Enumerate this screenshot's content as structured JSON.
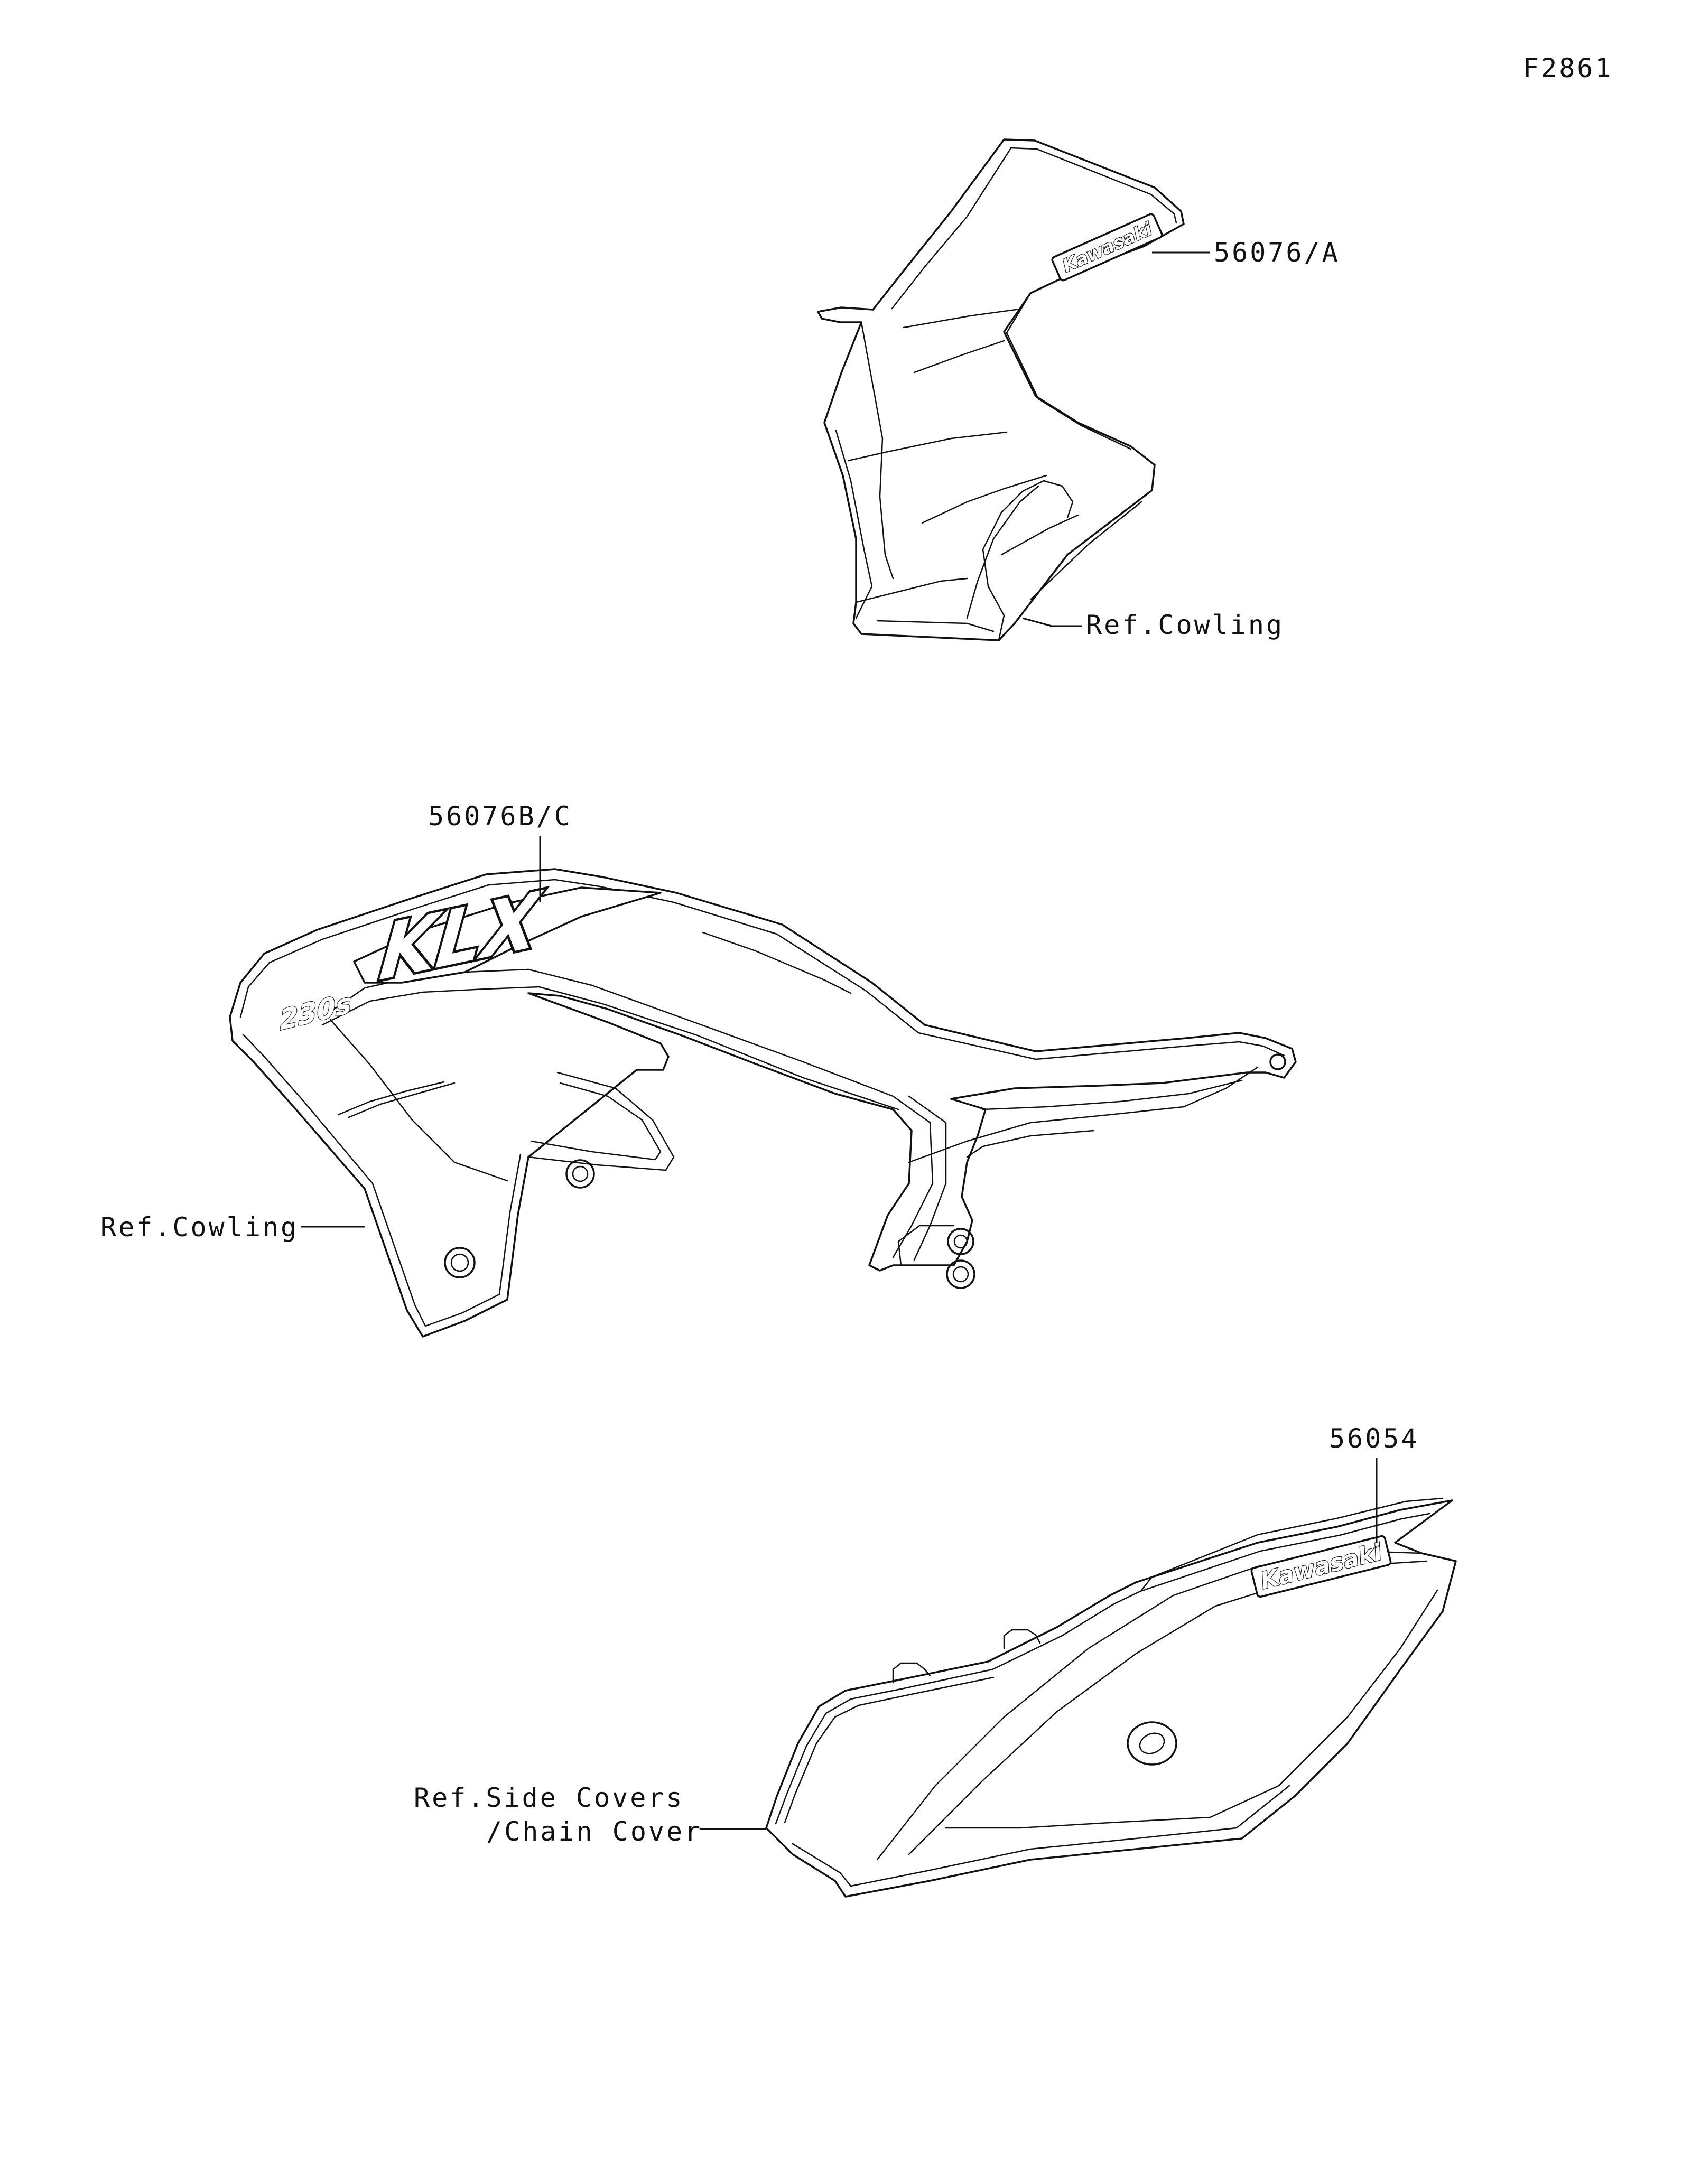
{
  "figure_code": "F2861",
  "callouts": {
    "part_56076_a": "56076/A",
    "ref_cowling_upper": "Ref.Cowling",
    "part_56076_bc": "56076B/C",
    "ref_cowling_middle": "Ref.Cowling",
    "part_56054": "56054",
    "ref_side_covers_line1": "Ref.Side Covers",
    "ref_side_covers_line2": "/Chain Cover"
  },
  "decal_text": {
    "kawasaki_upper": "Kawasaki",
    "klx": "KLX",
    "model": "230s",
    "kawasaki_lower": "Kawasaki"
  }
}
